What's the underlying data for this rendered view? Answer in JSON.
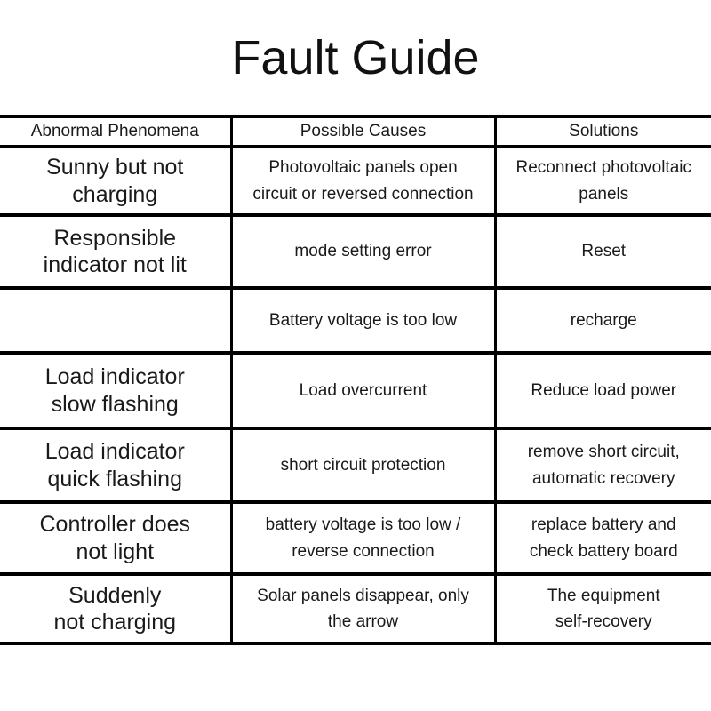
{
  "page": {
    "title": "Fault Guide",
    "background_color": "#ffffff",
    "text_color": "#1a1a1a",
    "border_color": "#000000"
  },
  "table": {
    "columns": [
      "Abnormal Phenomena",
      "Possible Causes",
      "Solutions"
    ],
    "column_keys": [
      "phenomena",
      "cause",
      "solution"
    ],
    "rows": [
      {
        "cells": [
          "Sunny but not\ncharging",
          "Photovoltaic panels open\ncircuit or reversed connection",
          "Reconnect photovoltaic\npanels"
        ]
      },
      {
        "cells": [
          "Responsible\nindicator not lit",
          "mode setting error",
          "Reset"
        ]
      },
      {
        "cells": [
          "",
          "Battery voltage is too low",
          "recharge"
        ]
      },
      {
        "cells": [
          "Load indicator\nslow flashing",
          "Load overcurrent",
          "Reduce load power"
        ]
      },
      {
        "cells": [
          "Load indicator\nquick flashing",
          "short circuit protection",
          "remove short circuit,\nautomatic recovery"
        ]
      },
      {
        "cells": [
          "Controller does\nnot light",
          "battery voltage is too low /\nreverse connection",
          "replace battery and\ncheck battery board"
        ]
      },
      {
        "cells": [
          "Suddenly\nnot charging",
          "Solar panels disappear, only\nthe arrow",
          "The equipment\nself-recovery"
        ]
      }
    ]
  }
}
